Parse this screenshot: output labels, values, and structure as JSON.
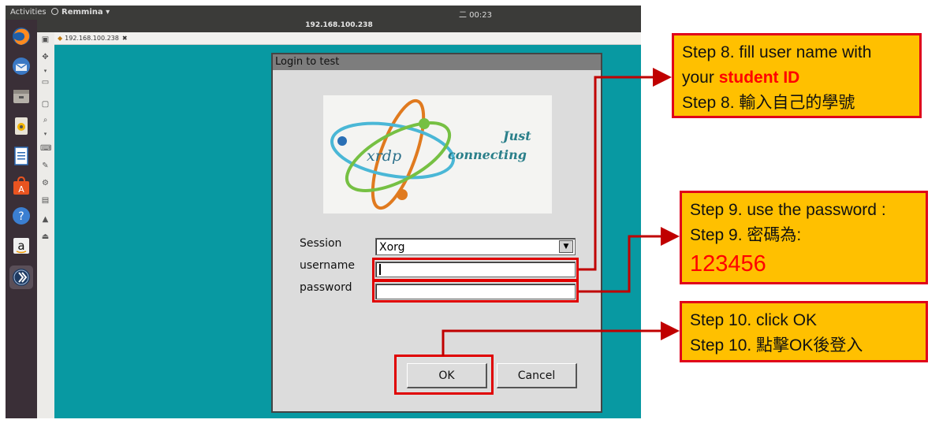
{
  "topbar": {
    "activities": "Activities",
    "app_menu": "Remmina ▾",
    "clock": "二 00:23"
  },
  "window": {
    "title": "192.168.100.238",
    "tab_label": "192.168.100.238",
    "tab_close": "✖"
  },
  "dock": {
    "items": [
      "firefox-icon",
      "thunderbird-icon",
      "files-icon",
      "rhythmbox-icon",
      "writer-icon",
      "software-icon",
      "help-icon",
      "amazon-icon",
      "remmina-icon"
    ]
  },
  "dialog": {
    "title": "Login to test",
    "logo": {
      "just": "Just",
      "connecting": "connecting",
      "xrdp": "xrdp"
    },
    "session_label": "Session",
    "session_value": "Xorg",
    "username_label": "username",
    "password_label": "password",
    "username_value": "",
    "password_value": "",
    "ok_label": "OK",
    "cancel_label": "Cancel"
  },
  "annotations": {
    "step8": {
      "line1": "Step 8. fill user name with",
      "line2_prefix": "your ",
      "line2_highlight": "student ID",
      "line3": "Step 8. 輸入自己的學號"
    },
    "step9": {
      "line1": "Step 9. use the password :",
      "line2": "Step 9. 密碼為:",
      "line3": "123456"
    },
    "step10": {
      "line1": "Step 10. click OK",
      "line2": "Step 10. 點擊OK後登入"
    },
    "colors": {
      "callout_bg": "#ffc000",
      "callout_border": "#e0001a",
      "highlight": "#e00000",
      "arrow": "#c00000",
      "remote_bg": "#0899a2"
    }
  }
}
